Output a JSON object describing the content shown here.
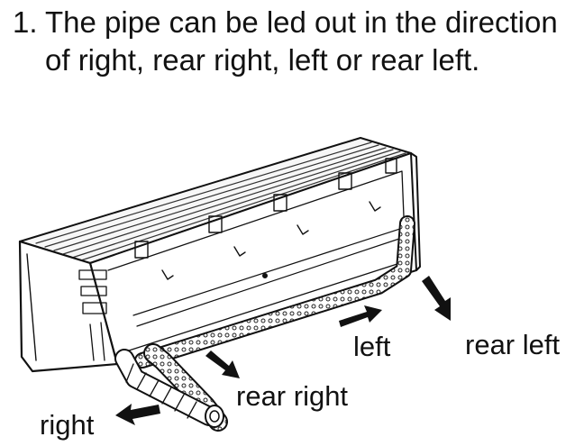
{
  "instruction": {
    "number": "1.",
    "text": "The pipe can be led out in the direction of right, rear right, left or rear left."
  },
  "labels": {
    "right": "right",
    "rear_right": "rear right",
    "left": "left",
    "rear_left": "rear left"
  },
  "colors": {
    "ink": "#111111",
    "background": "#ffffff"
  }
}
